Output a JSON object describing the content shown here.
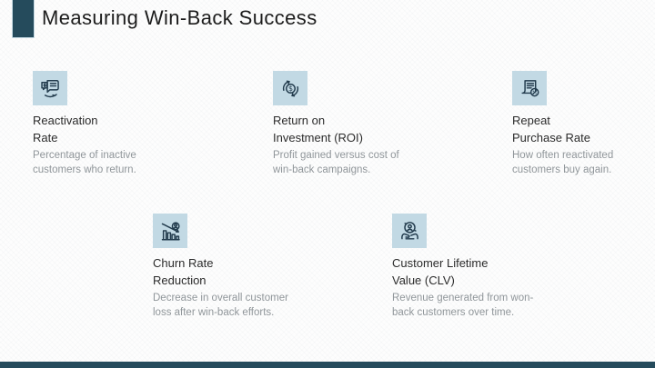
{
  "slide": {
    "title": "Measuring Win-Back Success",
    "accent_color": "#254b5c",
    "icon_bg_color": "#c2d9e4",
    "icon_stroke_color": "#223b4d",
    "body_text_color": "#90969a"
  },
  "cards": [
    {
      "icon": "chat-refresh-icon",
      "title": [
        "Reactivation",
        "Rate"
      ],
      "body": [
        "Percentage of inactive",
        "customers who return."
      ]
    },
    {
      "icon": "dollar-cycle-icon",
      "title": [
        "Return on",
        "Investment (ROI)"
      ],
      "body": [
        "Profit gained versus cost of",
        "win-back campaigns."
      ]
    },
    {
      "icon": "receipt-percent-icon",
      "title": [
        "Repeat",
        "Purchase Rate"
      ],
      "body": [
        "How often reactivated",
        "customers buy again."
      ]
    },
    {
      "icon": "churn-chart-icon",
      "title": [
        "Churn Rate",
        "Reduction"
      ],
      "body": [
        "Decrease in overall customer",
        "loss after win-back efforts."
      ]
    },
    {
      "icon": "hands-customer-icon",
      "title": [
        "Customer Lifetime",
        "Value (CLV)"
      ],
      "body": [
        "Revenue generated from won-",
        "back customers over time."
      ]
    }
  ]
}
